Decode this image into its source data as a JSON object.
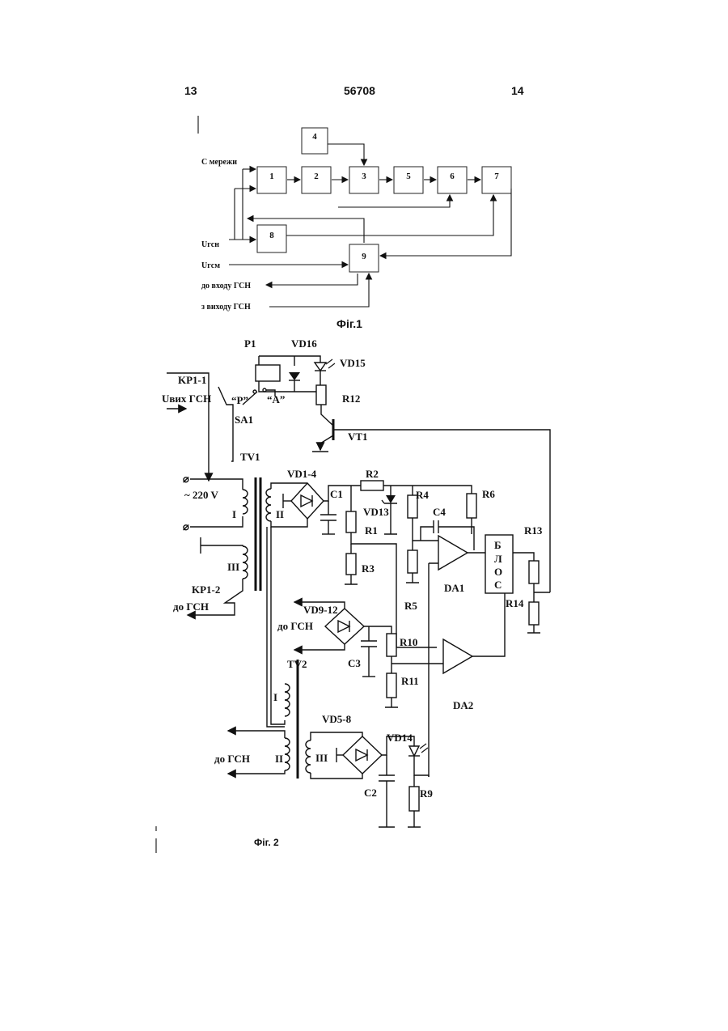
{
  "header": {
    "page_left": "13",
    "patent_number": "56708",
    "page_right": "14"
  },
  "fig1": {
    "caption": "Фіг.1",
    "blocks": [
      "1",
      "2",
      "3",
      "4",
      "5",
      "6",
      "7",
      "8",
      "9"
    ],
    "inputs": {
      "mains": "С мережи",
      "u_gsn": "Uгсн",
      "u_gsm": "Uгсм",
      "to_input_gsn": "до входу ГСН",
      "to_output_gsn": "з виходу ГСН"
    }
  },
  "fig2": {
    "caption": "Фіг. 2",
    "labels": {
      "p1": "P1",
      "vd16": "VD16",
      "vd15": "VD15",
      "kp1_1": "KP1-1",
      "u_out_gsn": "Uвих ГСН",
      "p_contact": "“P”",
      "a_contact": "“A”",
      "sa1": "SA1",
      "r12": "R12",
      "vt1": "VT1",
      "tv1": "TV1",
      "mains_voltage": "~ 220 V",
      "winding_1": "I",
      "winding_2": "II",
      "winding_3": "III",
      "kp1_2": "KP1-2",
      "to_gsn_1": "до ГСН",
      "vd1_4": "VD1-4",
      "c1": "C1",
      "r2": "R2",
      "vd13": "VD13",
      "r1": "R1",
      "r3": "R3",
      "r4": "R4",
      "c4": "C4",
      "r6": "R6",
      "r13": "R13",
      "r14": "R14",
      "blos_1": "Б",
      "blos_2": "Л",
      "blos_3": "О",
      "blos_4": "С",
      "da1": "DA1",
      "r5": "R5",
      "vd9_12": "VD9-12",
      "to_gsn_2": "до ГСН",
      "r10": "R10",
      "c3": "C3",
      "tv2": "TV2",
      "r11": "R11",
      "da2": "DA2",
      "tv2_winding_1": "I",
      "vd5_8": "VD5-8",
      "vd14": "VD14",
      "to_gsn_3": "до ГСН",
      "tv2_winding_2": "II",
      "tv2_winding_3": "III",
      "c2": "C2",
      "r9": "R9"
    }
  }
}
